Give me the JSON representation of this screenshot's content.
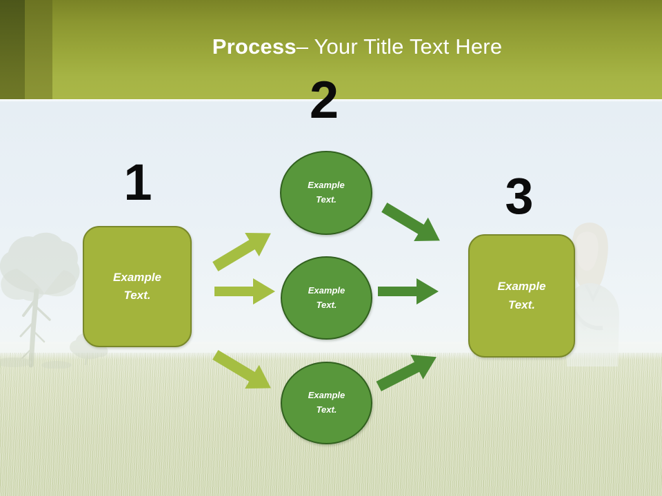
{
  "slide": {
    "title": {
      "strong": "Process",
      "rest": " – Your Title Text Here"
    }
  },
  "steps": [
    {
      "number": "1"
    },
    {
      "number": "2"
    },
    {
      "number": "3"
    }
  ],
  "nodes": {
    "start_box": {
      "line1": "Example",
      "line2": "Text."
    },
    "end_box": {
      "line1": "Example",
      "line2": "Text."
    },
    "circles": [
      {
        "line1": "Example",
        "line2": "Text."
      },
      {
        "line1": "Example",
        "line2": "Text."
      },
      {
        "line1": "Example",
        "line2": "Text."
      }
    ]
  },
  "colors": {
    "header_dark_band": "#4c561a",
    "header_mid_band": "#6b7322",
    "header_gradient_top": "#7a8326",
    "header_gradient_bottom": "#aab748",
    "box_fill": "#a3b43c",
    "box_border": "#79882a",
    "circle_fill": "#58973b",
    "circle_border": "#31601f",
    "arrow_light": "#a5be42",
    "arrow_dark": "#4b8b33",
    "title_text": "#ffffff",
    "step_number": "#0b0b0b",
    "sky": "#e9f1f5",
    "grass": "#d6ddba"
  },
  "icons": {
    "arrow_in_up": "arrow-up-right-icon",
    "arrow_in_straight": "arrow-right-icon",
    "arrow_in_down": "arrow-down-right-icon",
    "arrow_out_down": "arrow-down-right-icon",
    "arrow_out_straight": "arrow-right-icon",
    "arrow_out_up": "arrow-up-right-icon",
    "tree": "tree-silhouette-icon",
    "person": "person-silhouette-icon"
  }
}
